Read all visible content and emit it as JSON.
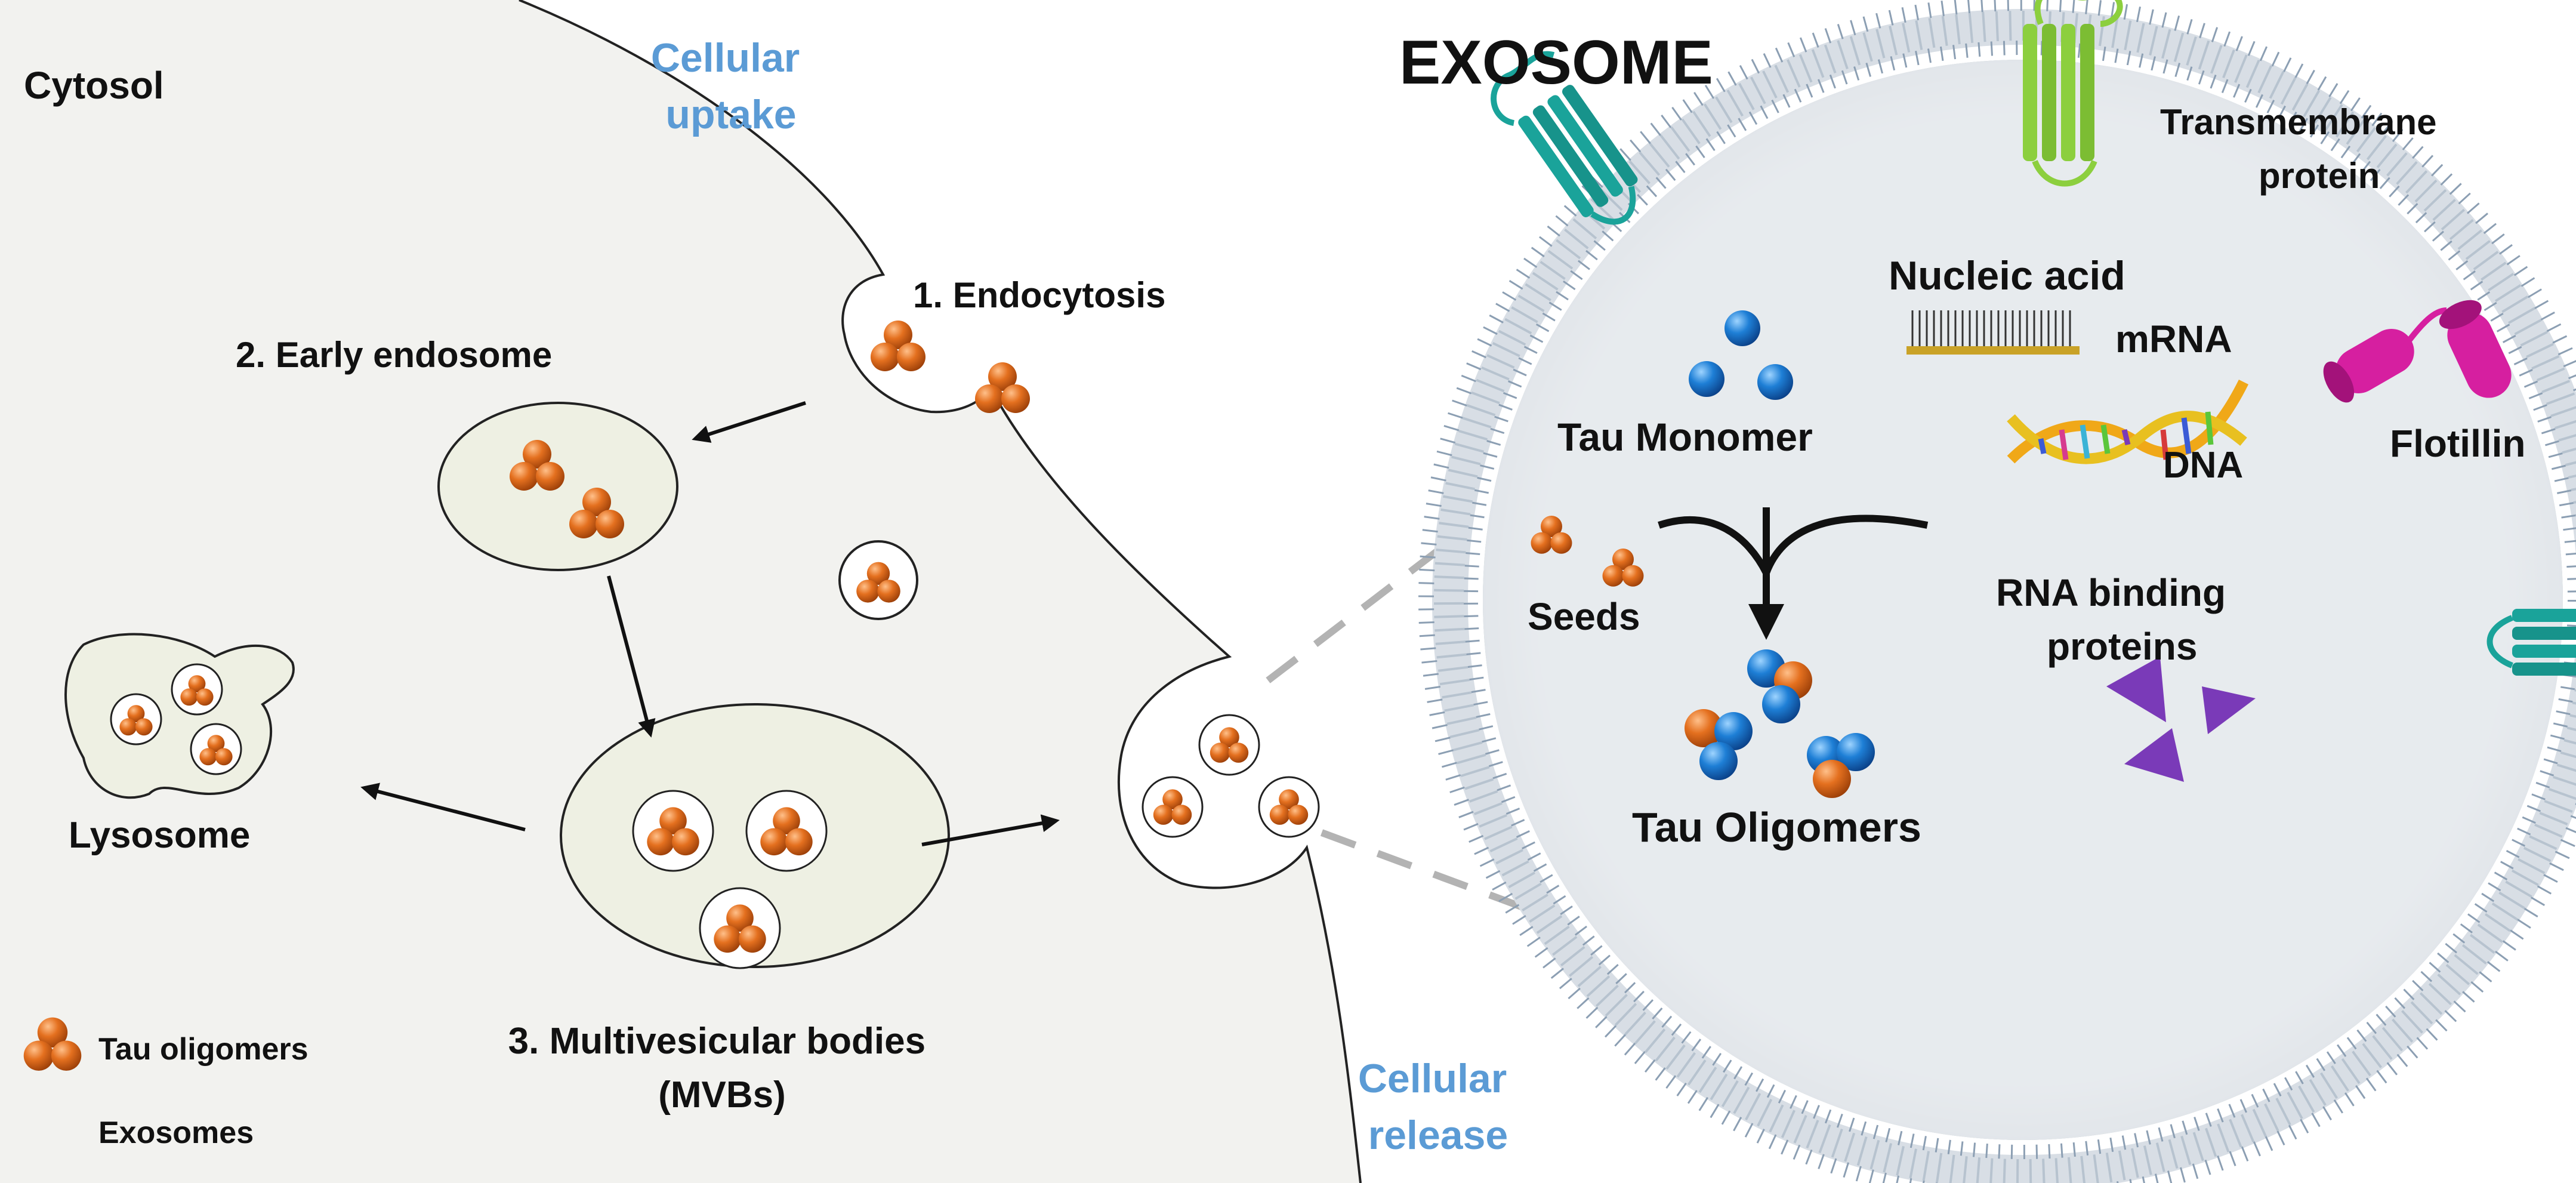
{
  "labels": {
    "cytosol": "Cytosol",
    "cellular_uptake": [
      "Cellular",
      "uptake"
    ],
    "endocytosis": "1. Endocytosis",
    "early_endosome": "2. Early endosome",
    "lysosome": "Lysosome",
    "mvb": [
      "3. Multivesicular bodies",
      "(MVBs)"
    ],
    "cellular_release": [
      "Cellular",
      "release"
    ],
    "legend_tau": "Tau oligomers",
    "legend_exosomes": "Exosomes"
  },
  "exosome": {
    "title": "EXOSOME",
    "transmembrane": [
      "Transmembrane",
      "protein"
    ],
    "nucleic_acid": "Nucleic acid",
    "mrna": "mRNA",
    "dna": "DNA",
    "flotillin": "Flotillin",
    "tau_monomer": "Tau Monomer",
    "seeds": "Seeds",
    "tau_oligomers": "Tau Oligomers",
    "rna_binding": [
      "RNA binding",
      "proteins"
    ]
  },
  "colors": {
    "tau_oligomer": "#e06a1c",
    "tau_monomer": "#1e7fd6",
    "caption_blue": "#5b9bd5",
    "teal_protein": "#1aa39a",
    "green_protein": "#8ccf3e",
    "flotillin": "#d61fa0",
    "rna_binding_protein": "#7a3ab8",
    "membrane_head": "#8c9fb3"
  }
}
